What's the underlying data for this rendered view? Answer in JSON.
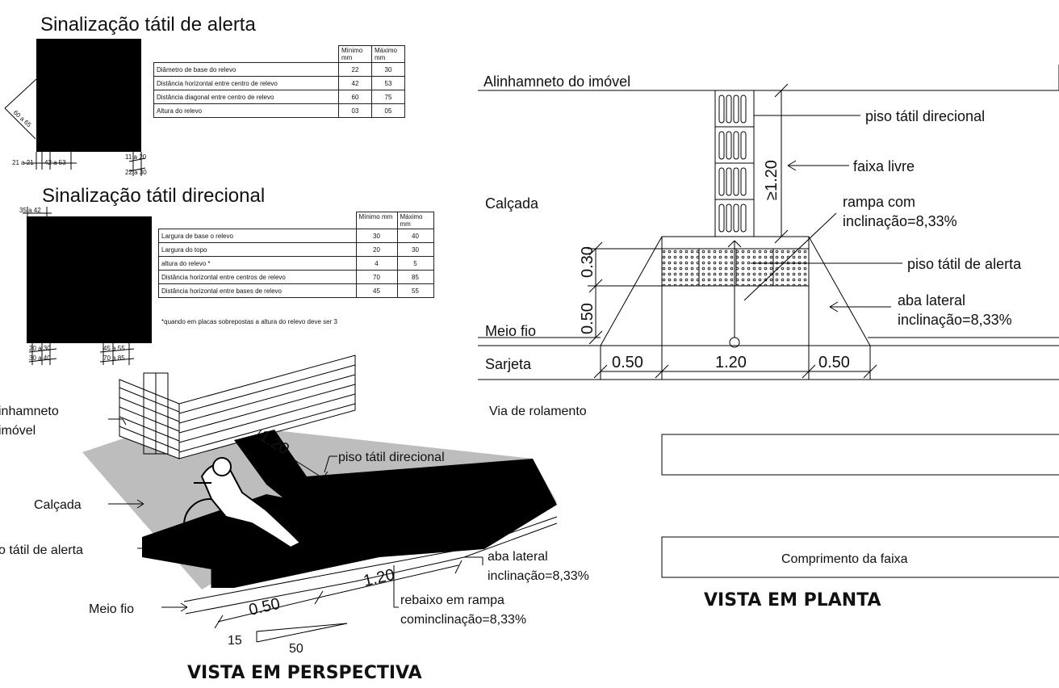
{
  "alerta": {
    "title": "Sinalização tátil de alerta",
    "dims": {
      "diagonal": "60 a 65",
      "bottom_left": "21 a 21",
      "bottom_mid": "42 a 53",
      "right_top": "11 a 20",
      "right_bottom": "22 a 30"
    },
    "table": {
      "headers": [
        "",
        "Mínimo mm",
        "Máximo mm"
      ],
      "rows": [
        [
          "Diâmetro de base do relevo",
          "22",
          "30"
        ],
        [
          "Distância horizontal entre centro de relevo",
          "42",
          "53"
        ],
        [
          "Distância diagonal entre centro de relevo",
          "60",
          "75"
        ],
        [
          "Altura do relevo",
          "03",
          "05"
        ]
      ]
    }
  },
  "direcional": {
    "title": "Sinalização tátil direcional",
    "dims": {
      "top": "35 a 42",
      "bl1": "20 a 30",
      "bl2": "30 a 40",
      "bm1": "45 a 55",
      "bm2": "70 a 85"
    },
    "table": {
      "headers": [
        "",
        "Mínimo mm",
        "Máximo mm"
      ],
      "rows": [
        [
          "Largura de base o relevo",
          "30",
          "40"
        ],
        [
          "Largura do topo",
          "20",
          "30"
        ],
        [
          "altura do relevo  *",
          "4",
          "5"
        ],
        [
          "Distância horizontal entre centros de relevo",
          "70",
          "85"
        ],
        [
          "Distância horizontal entre bases de relevo",
          "45",
          "55"
        ]
      ]
    },
    "note": "*quando em placas sobrepostas a altura do relevo deve ser 3"
  },
  "perspectiva": {
    "title": "VISTA EM PERSPECTIVA",
    "labels": {
      "alinhamento": "Alinhamneto do imóvel",
      "alinhamento_l1": "inhamneto",
      "alinhamento_l2": "imóvel",
      "calcada": "Calçada",
      "alerta": "o tátil de alerta",
      "meio_fio": "Meio fio",
      "direcional": "piso tátil direcional",
      "aba1": "aba lateral",
      "aba2": "inclinação=8,33%",
      "rebaixo1": "rebaixo em rampa",
      "rebaixo2": "cominclinação=8,33%"
    },
    "dims": {
      "top": "1.20",
      "mid": "1.20",
      "left": "0.50",
      "h": "15",
      "w": "50"
    }
  },
  "planta": {
    "title": "VISTA EM PLANTA",
    "labels": {
      "alinhamento": "Alinhamneto do imóvel",
      "direcional": "piso tátil direcional",
      "faixa": "faixa livre",
      "calcada": "Calçada",
      "rampa1": "rampa com",
      "rampa2": "inclinação=8,33%",
      "alerta": "piso tátil de alerta",
      "aba1": "aba lateral",
      "aba2": "inclinação=8,33%",
      "meio_fio": "Meio fio",
      "sarjeta": "Sarjeta",
      "via": "Via de rolamento",
      "comprimento": "Comprimento da faixa"
    },
    "dims": {
      "faixa": "≥1.20",
      "d030": "0.30",
      "d050v": "0.50",
      "left": "0.50",
      "center": "1.20",
      "right": "0.50"
    }
  }
}
